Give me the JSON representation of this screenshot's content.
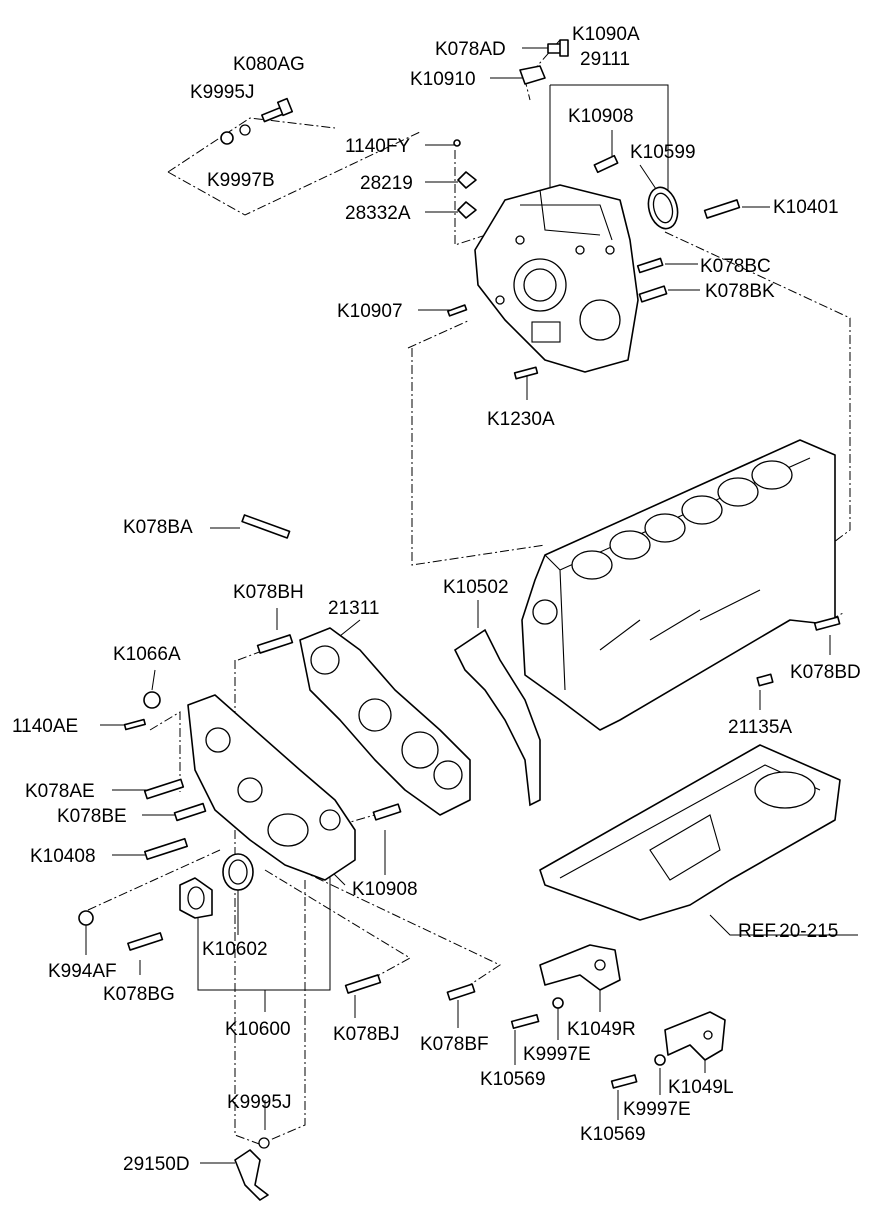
{
  "labels": {
    "K078AD": "K078AD",
    "K1090A": "K1090A",
    "K080AG": "K080AG",
    "P29111": "29111",
    "K10910": "K10910",
    "K9995J_top": "K9995J",
    "K10908_top": "K10908",
    "K10599": "K10599",
    "P1140FY": "1140FY",
    "K9997B": "K9997B",
    "P28219": "28219",
    "P28332A": "28332A",
    "K10401": "K10401",
    "K078BC": "K078BC",
    "K078BK": "K078BK",
    "K10907": "K10907",
    "K1230A": "K1230A",
    "K078BA": "K078BA",
    "K078BH": "K078BH",
    "P21311": "21311",
    "K10502": "K10502",
    "K1066A": "K1066A",
    "K078BD": "K078BD",
    "P1140AE": "1140AE",
    "P21135A": "21135A",
    "K078AE": "K078AE",
    "K078BE": "K078BE",
    "K10408": "K10408",
    "K10908_mid": "K10908",
    "REF": "REF.20-215",
    "K994AF": "K994AF",
    "K10602": "K10602",
    "K078BG": "K078BG",
    "K10600": "K10600",
    "K078BJ": "K078BJ",
    "K078BF": "K078BF",
    "K1049R": "K1049R",
    "K9997E_a": "K9997E",
    "K10569_a": "K10569",
    "K1049L": "K1049L",
    "K9995J_bot": "K9995J",
    "K9997E_b": "K9997E",
    "K10569_b": "K10569",
    "P29150D": "29150D"
  }
}
